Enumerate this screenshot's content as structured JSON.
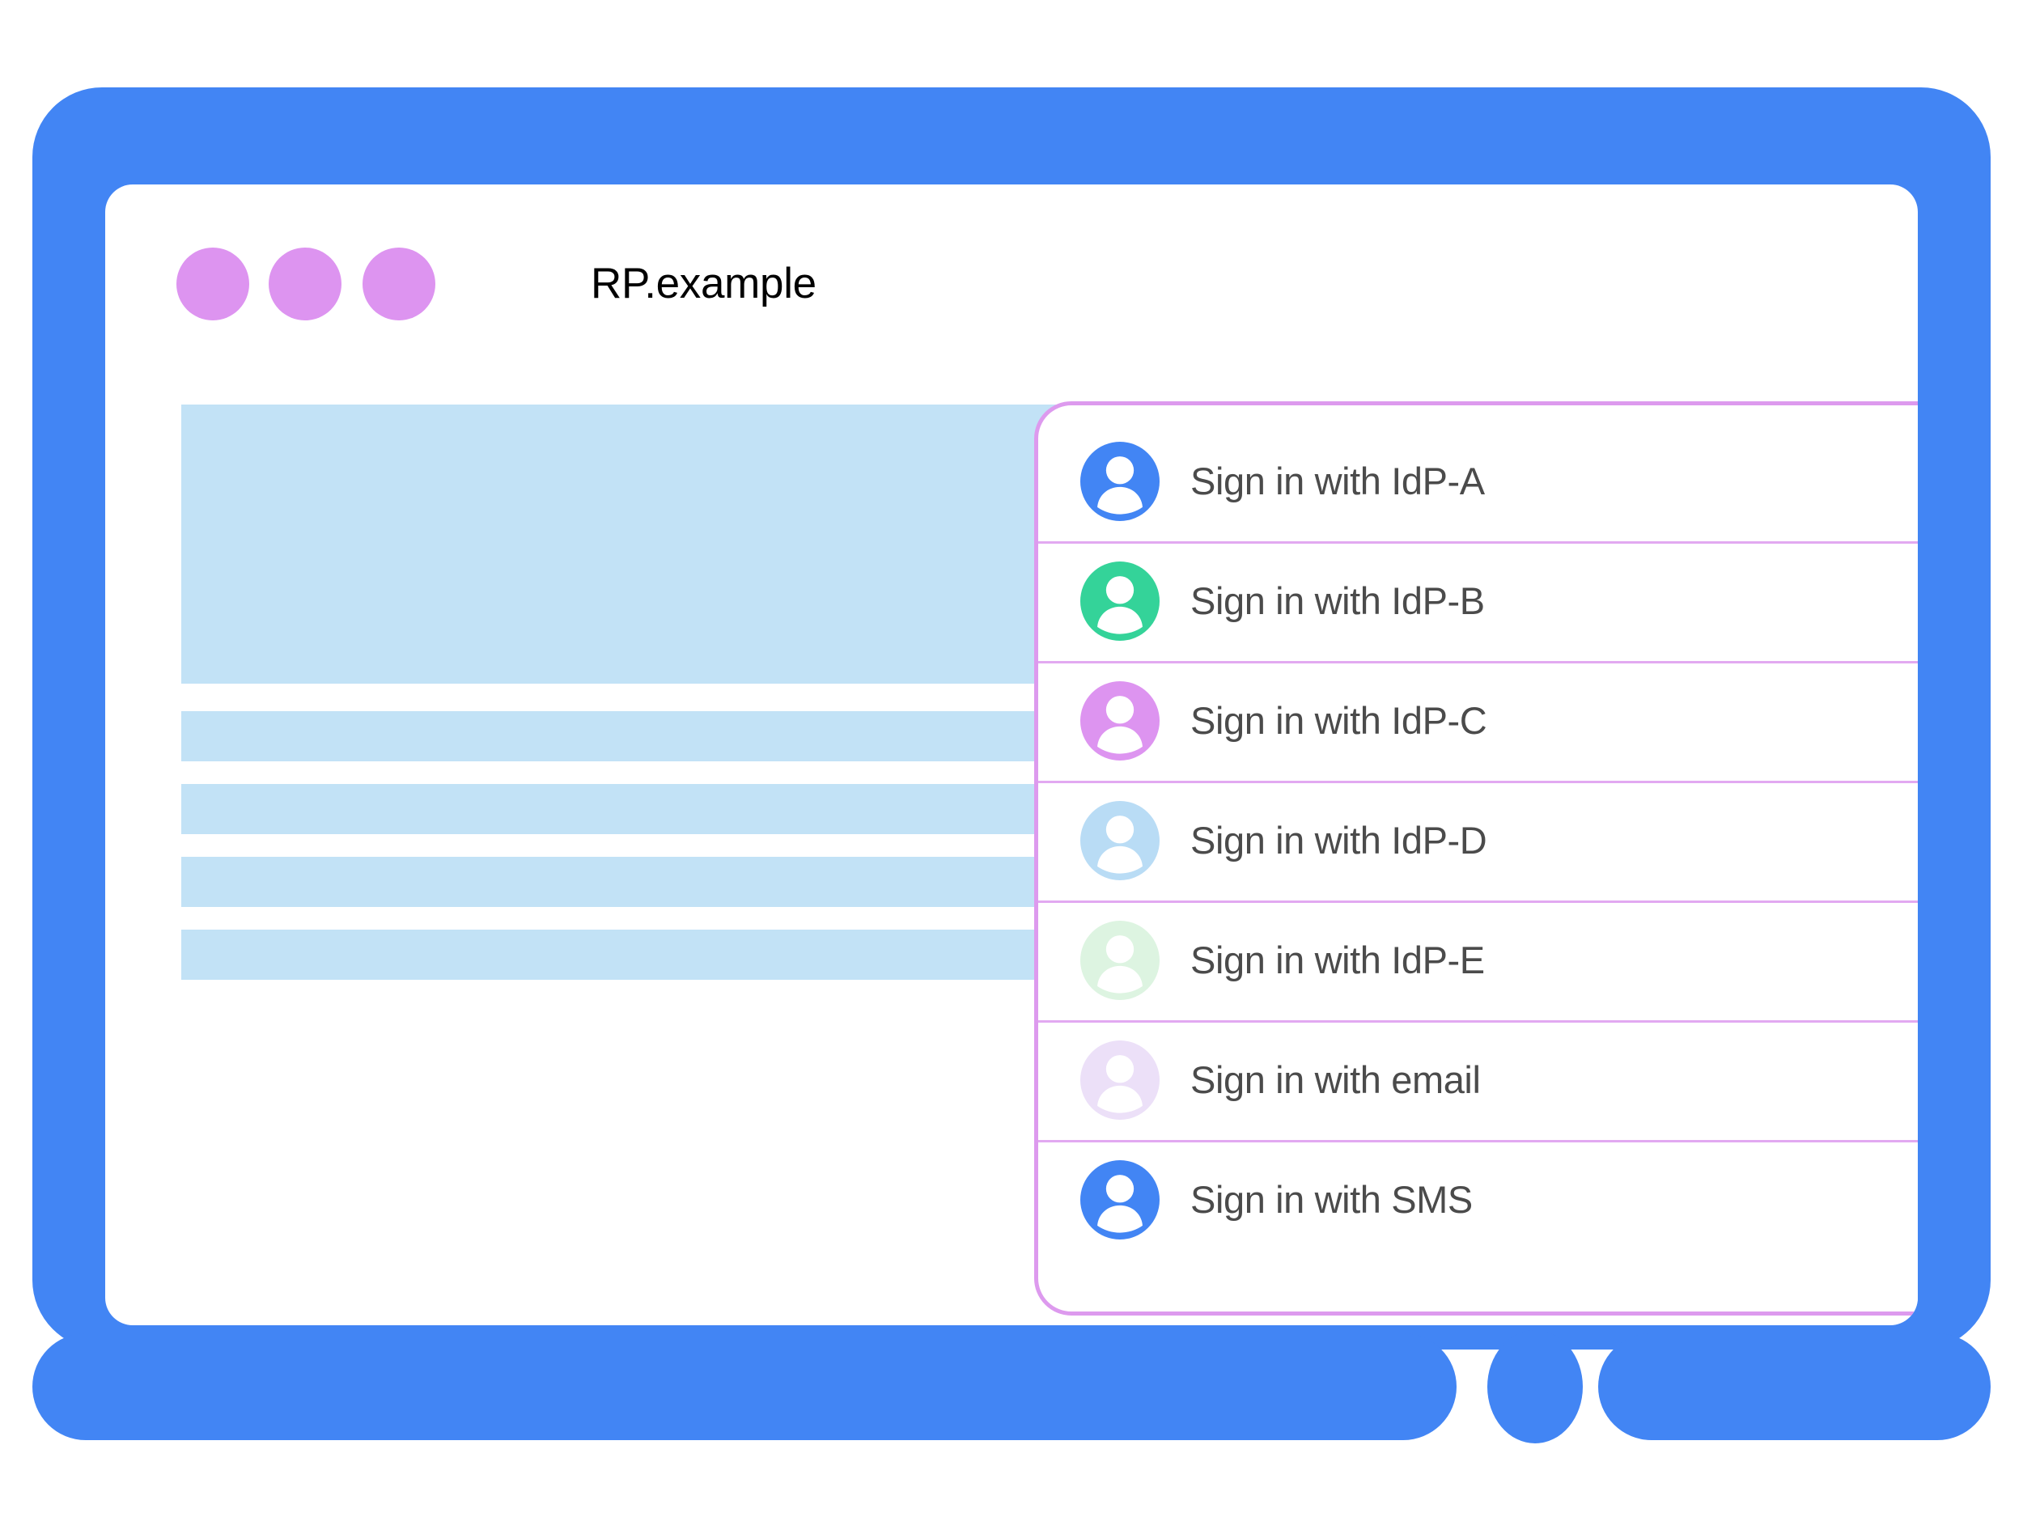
{
  "device": {
    "bezel_color": "#4285f4",
    "home_button": "home-button"
  },
  "window": {
    "title": "RP.example",
    "dots": [
      {
        "name": "window-dot-1",
        "color": "#dd94f0"
      },
      {
        "name": "window-dot-2",
        "color": "#dd94f0"
      },
      {
        "name": "window-dot-3",
        "color": "#dd94f0"
      }
    ]
  },
  "content": {
    "placeholder_color": "#c2e2f6",
    "blocks": [
      {
        "type": "hero"
      },
      {
        "type": "bar"
      },
      {
        "type": "bar"
      },
      {
        "type": "bar"
      },
      {
        "type": "bar"
      }
    ]
  },
  "chooser": {
    "border_color": "#dd9aee",
    "divider_color": "#e2a9f1",
    "label_color": "#4b4b4b",
    "accounts": [
      {
        "label": "Sign in with IdP-A",
        "avatar_color": "#4285f4",
        "icon": "person-avatar-icon"
      },
      {
        "label": "Sign in with IdP-B",
        "avatar_color": "#34d399",
        "icon": "person-avatar-icon"
      },
      {
        "label": "Sign in with IdP-C",
        "avatar_color": "#dd94f0",
        "icon": "person-avatar-icon"
      },
      {
        "label": "Sign in with IdP-D",
        "avatar_color": "#b9dcf5",
        "icon": "person-avatar-icon"
      },
      {
        "label": "Sign in with IdP-E",
        "avatar_color": "#ddf4e1",
        "icon": "person-avatar-icon"
      },
      {
        "label": "Sign in with email",
        "avatar_color": "#ece0f8",
        "icon": "person-avatar-icon"
      },
      {
        "label": "Sign in with SMS",
        "avatar_color": "#4285f4",
        "icon": "person-avatar-icon"
      }
    ]
  }
}
